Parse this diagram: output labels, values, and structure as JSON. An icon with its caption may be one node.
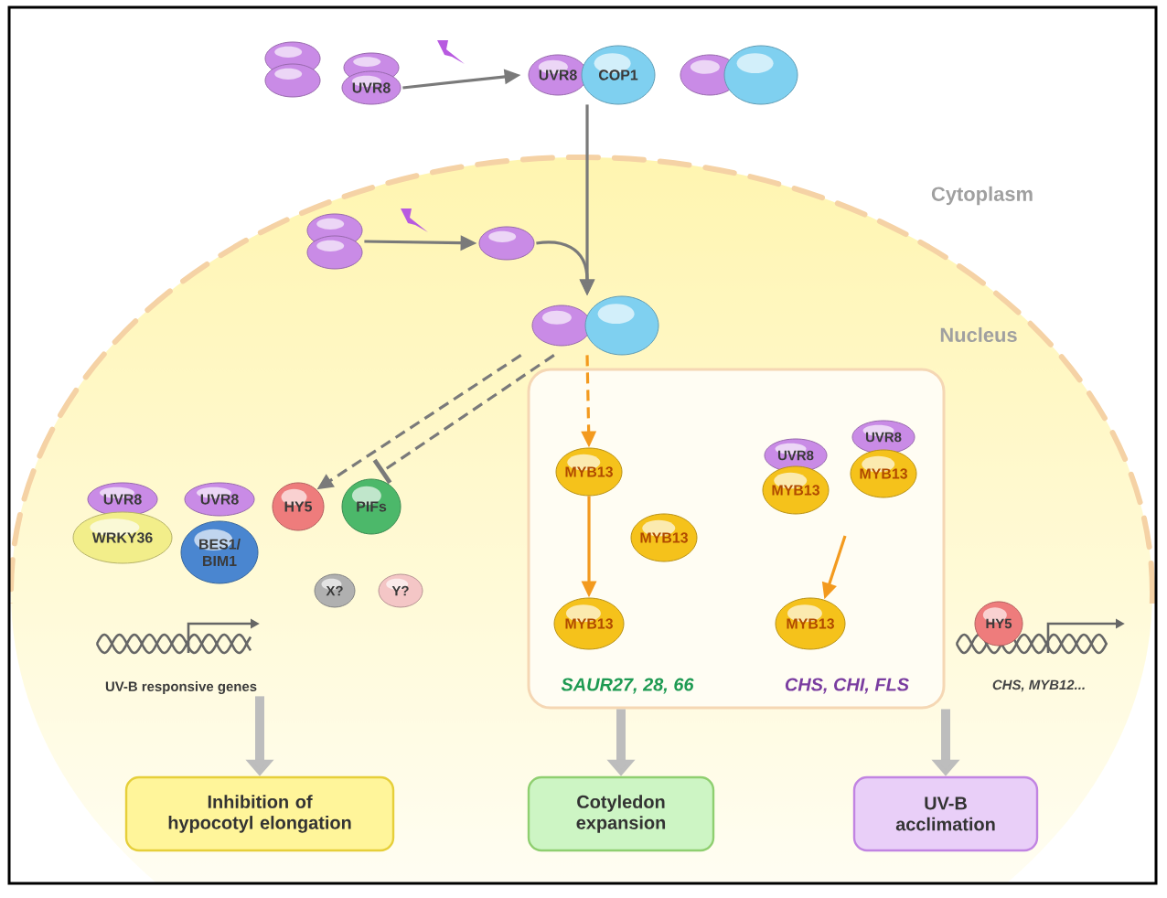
{
  "diagram": {
    "nodes": [
      {
        "text": [
          "UVR8"
        ]
      },
      {
        "text": [
          "UVR8",
          "COP1"
        ]
      },
      {
        "text": [],
        "shape": "circle"
      },
      {
        "text": [],
        "shape": "circle"
      },
      {
        "text": [],
        "shape": "circle"
      },
      {
        "text": [],
        "shape": "circle"
      },
      {
        "text": [
          "UVR8"
        ]
      },
      {
        "text": [
          "WRKY36"
        ]
      },
      {
        "text": [
          "UVR8"
        ]
      },
      {
        "text": [
          "BES1/ BIM1"
        ]
      },
      {
        "text": [
          "HY5"
        ]
      },
      {
        "text": [
          "PIFs"
        ]
      },
      {
        "text": [
          "X?"
        ]
      },
      {
        "text": [
          "Y?"
        ]
      },
      {
        "text": [
          "UV-B responsive genes"
        ]
      },
      {
        "text": [],
        "shape": "box"
      },
      {
        "text": [
          "MYB13"
        ],
        "in": 15
      },
      {
        "text": [
          "MYB13"
        ],
        "in": 15
      },
      {
        "text": [
          "MYB13"
        ],
        "in": 15
      },
      {
        "text": [
          "SAUR27, 28, 66"
        ],
        "in": 15
      },
      {
        "text": [
          "UVR8"
        ],
        "in": 15
      },
      {
        "text": [
          "MYB13"
        ],
        "in": 15
      },
      {
        "text": [
          "UVR8"
        ],
        "in": 15
      },
      {
        "text": [
          "MYB13"
        ],
        "in": 15
      },
      {
        "text": [
          "MYB13"
        ],
        "in": 15
      },
      {
        "text": [
          "CHS, CHI, FLS"
        ],
        "in": 15
      },
      {
        "text": [
          "HY5"
        ]
      },
      {
        "text": [
          "CHS, MYB12..."
        ]
      },
      {
        "text": [
          "Inhibition of hypocotyl elongation"
        ]
      },
      {
        "text": [
          "Cotyledon expansion"
        ]
      },
      {
        "text": [
          "UV-B acclimation"
        ]
      }
    ],
    "edges": [
      {
        "from": 0,
        "to": 1,
        "arrow": "to"
      },
      {
        "from": 1,
        "to": 5,
        "arrow": "to"
      },
      {
        "from": 3,
        "to": 4,
        "arrow": "to"
      },
      {
        "from": 4,
        "to": 5,
        "arrow": "to"
      },
      {
        "from": 5,
        "to": 10,
        "arrow": "to",
        "style": "dashed"
      },
      {
        "from": 5,
        "to": 11,
        "arrow": "other",
        "style": "dashed"
      },
      {
        "from": 5,
        "to": 16,
        "arrow": "to",
        "style": "dashed",
        "color": "#f39a1e"
      },
      {
        "from": 16,
        "to": 18,
        "arrow": "to",
        "color": "#f39a1e"
      },
      {
        "from": null,
        "to": 24,
        "arrow": "to",
        "color": "#f39a1e"
      },
      {
        "from": 14,
        "to": 28,
        "arrow": "to",
        "style": "thick"
      },
      {
        "from": 15,
        "to": 29,
        "arrow": "to",
        "style": "thick"
      },
      {
        "from": 15,
        "to": 30,
        "arrow": "to",
        "style": "thick"
      }
    ],
    "labels": [
      "Cytoplasm",
      "Nucleus"
    ]
  }
}
